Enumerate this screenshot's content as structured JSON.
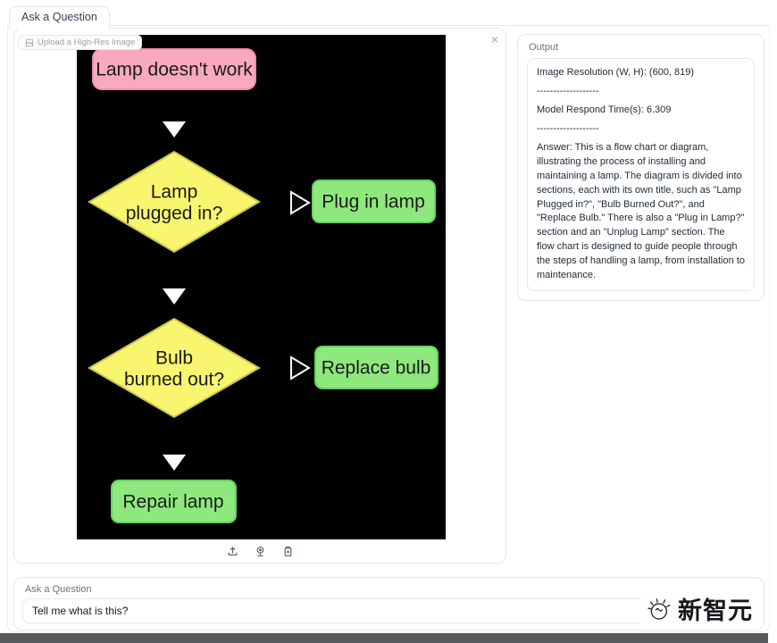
{
  "tabs": [
    {
      "label": "Ask a Question"
    }
  ],
  "image_panel": {
    "upload_label": "Upload a High-Res Image",
    "close": "×",
    "flowchart": {
      "background": "#000000",
      "nodes": {
        "start": "Lamp doesn't work",
        "q1_line1": "Lamp",
        "q1_line2": "plugged in?",
        "action1": "Plug in lamp",
        "q2_line1": "Bulb",
        "q2_line2": "burned out?",
        "action2": "Replace bulb",
        "end": "Repair lamp"
      },
      "colors": {
        "start_fill": "#f9a9be",
        "decision_fill": "#f8f66e",
        "action_fill": "#8ee87d",
        "arrow_down": "#ffffff",
        "arrow_right": "#0a0a0a",
        "text": "#1a1a1a"
      }
    },
    "toolbar": {
      "icons": [
        "share-upload-icon",
        "webcam-icon",
        "paste-image-icon"
      ]
    }
  },
  "output_panel": {
    "label": "Output",
    "resolution": "Image Resolution (W, H): (600, 819)",
    "separator": "-------------------",
    "respond_time": "Model Respond Time(s): 6.309",
    "answer": "Answer: This is a flow chart or diagram, illustrating the process of installing and maintaining a lamp. The diagram is divided into sections, each with its own title, such as \"Lamp Plugged in?\", \"Bulb Burned Out?\", and \"Replace Bulb.\" There is also a \"Plug in Lamp?\" section and an \"Unplug Lamp\" section. The flow chart is designed to guide people through the steps of handling a lamp, from installation to maintenance."
  },
  "question": {
    "label": "Ask a Question",
    "value": "Tell me what is this?"
  },
  "watermark": {
    "text": "新智元"
  }
}
